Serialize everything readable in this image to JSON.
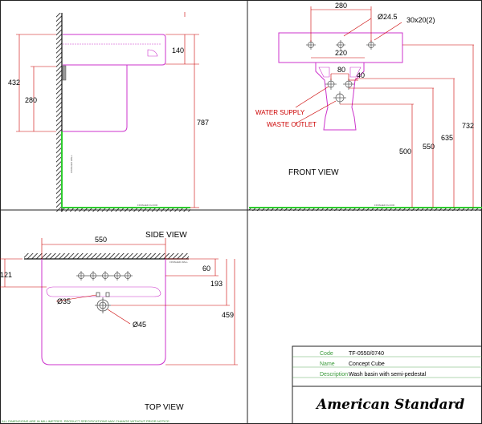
{
  "colors": {
    "outline": "#cc33cc",
    "dimension": "#cc0000",
    "wall": "#111111",
    "floor": "#2ecc2e",
    "frame": "#222222",
    "titleblock_key": "#3a9a3a"
  },
  "side_view": {
    "title": "SIDE VIEW",
    "dims": {
      "d432": "432",
      "d280": "280",
      "d140": "140",
      "d787": "787"
    },
    "wall_note": "FINISHED WALL",
    "floor_note": "FINISHED FLOOR"
  },
  "front_view": {
    "title": "FRONT VIEW",
    "dims": {
      "d280": "280",
      "d220": "220",
      "d80": "80",
      "d40": "40",
      "d500": "500",
      "d550": "550",
      "d635": "635",
      "d732": "732"
    },
    "hole_dia": "Ø24.5",
    "slot": "30x20(2)",
    "water_supply": "WATER SUPPLY",
    "waste_outlet": "WASTE OUTLET",
    "floor_note": "FINISHED FLOOR"
  },
  "top_view": {
    "title": "TOP VIEW",
    "dims": {
      "d550": "550",
      "d121": "121",
      "d60": "60",
      "d193": "193",
      "d459": "459"
    },
    "dia35": "Ø35",
    "dia45": "Ø45",
    "wall_note": "FINISHED WALL"
  },
  "title_block": {
    "code_key": "Code",
    "code_val": "TF-0550/0740",
    "name_key": "Name",
    "name_val": "Concept Cube",
    "desc_key": "Description",
    "desc_val": "Wash basin with semi-pedestal",
    "brand": "American Standard"
  },
  "footer_note": "ALL DIMENSIONS ARE IN MILLIMETRES. PRODUCT SPECIFICATIONS MAY CHANGE WITHOUT PRIOR NOTICE."
}
